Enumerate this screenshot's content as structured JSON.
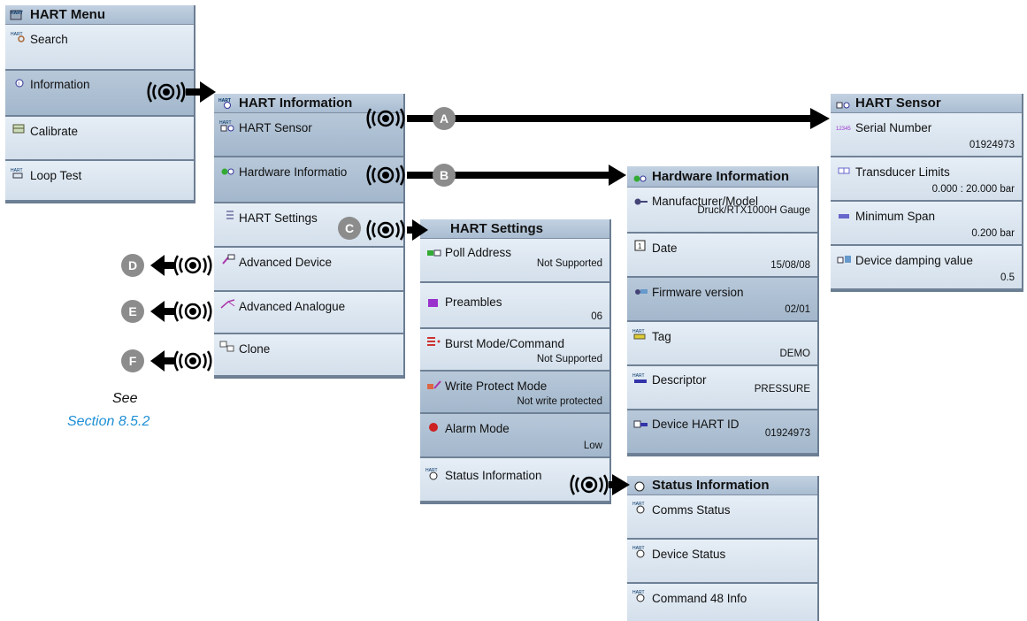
{
  "menu": {
    "title": "HART Menu",
    "items": [
      "Search",
      "Information",
      "Calibrate",
      "Loop Test"
    ]
  },
  "info": {
    "title": "HART Information",
    "items": [
      "HART Sensor",
      "Hardware Informatio",
      "HART Settings",
      "Advanced Device",
      "Advanced Analogue",
      "Clone"
    ]
  },
  "sensor": {
    "title": "HART Sensor",
    "items": [
      {
        "label": "Serial Number",
        "value": "01924973"
      },
      {
        "label": "Transducer Limits",
        "value": "0.000 : 20.000 bar"
      },
      {
        "label": "Minimum Span",
        "value": "0.200 bar"
      },
      {
        "label": "Device damping value",
        "value": "0.5"
      }
    ]
  },
  "hardware": {
    "title": "Hardware Information",
    "items": [
      {
        "label": "Manufacturer/Model",
        "value": "Druck/RTX1000H Gauge"
      },
      {
        "label": "Date",
        "value": "15/08/08"
      },
      {
        "label": "Firmware version",
        "value": "02/01"
      },
      {
        "label": "Tag",
        "value": "DEMO"
      },
      {
        "label": "Descriptor",
        "value": "PRESSURE"
      },
      {
        "label": "Device HART ID",
        "value": "01924973"
      }
    ]
  },
  "settings": {
    "title": "HART Settings",
    "items": [
      {
        "label": "Poll Address",
        "value": "Not Supported"
      },
      {
        "label": "Preambles",
        "value": "06"
      },
      {
        "label": "Burst Mode/Command",
        "value": "Not Supported"
      },
      {
        "label": "Write Protect Mode",
        "value": "Not write protected"
      },
      {
        "label": "Alarm Mode",
        "value": "Low"
      },
      {
        "label": "Status Information",
        "value": ""
      }
    ]
  },
  "status": {
    "title": "Status Information",
    "items": [
      "Comms Status",
      "Device Status",
      "Command 48 Info"
    ]
  },
  "badges": [
    "A",
    "B",
    "C",
    "D",
    "E",
    "F"
  ],
  "note": {
    "see": "See",
    "section": "Section 8.5.2"
  },
  "colors": {
    "panel": "#d9e4ef",
    "title": "#b4c6d9",
    "link": "#1e8fd4",
    "badge": "#8c8c8c"
  }
}
